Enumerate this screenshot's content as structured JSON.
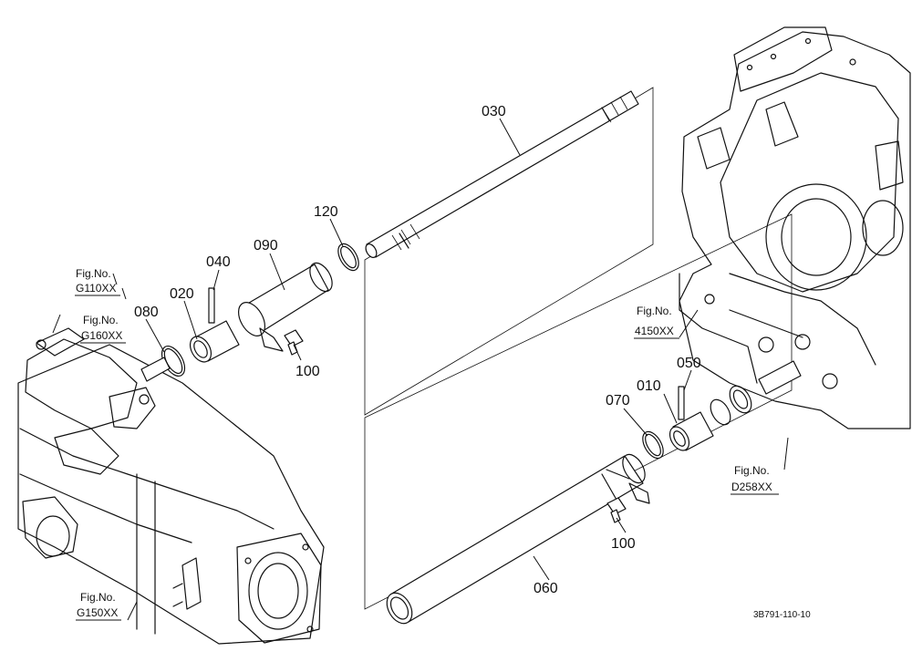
{
  "parts": {
    "p010": "010",
    "p020": "020",
    "p030": "030",
    "p040": "040",
    "p050": "050",
    "p060": "060",
    "p070": "070",
    "p080": "080",
    "p090": "090",
    "p100a": "100",
    "p100b": "100",
    "p120": "120"
  },
  "figure_refs": {
    "g110": {
      "line1": "Fig.No.",
      "line2": "G110XX"
    },
    "g160": {
      "line1": "Fig.No.",
      "line2": "G160XX"
    },
    "r4150": {
      "line1": "Fig.No.",
      "line2": "4150XX"
    },
    "d258": {
      "line1": "Fig.No.",
      "line2": "D258XX"
    },
    "g150": {
      "line1": "Fig.No.",
      "line2": "G150XX"
    }
  },
  "drawing_code": "3B791-110-10"
}
